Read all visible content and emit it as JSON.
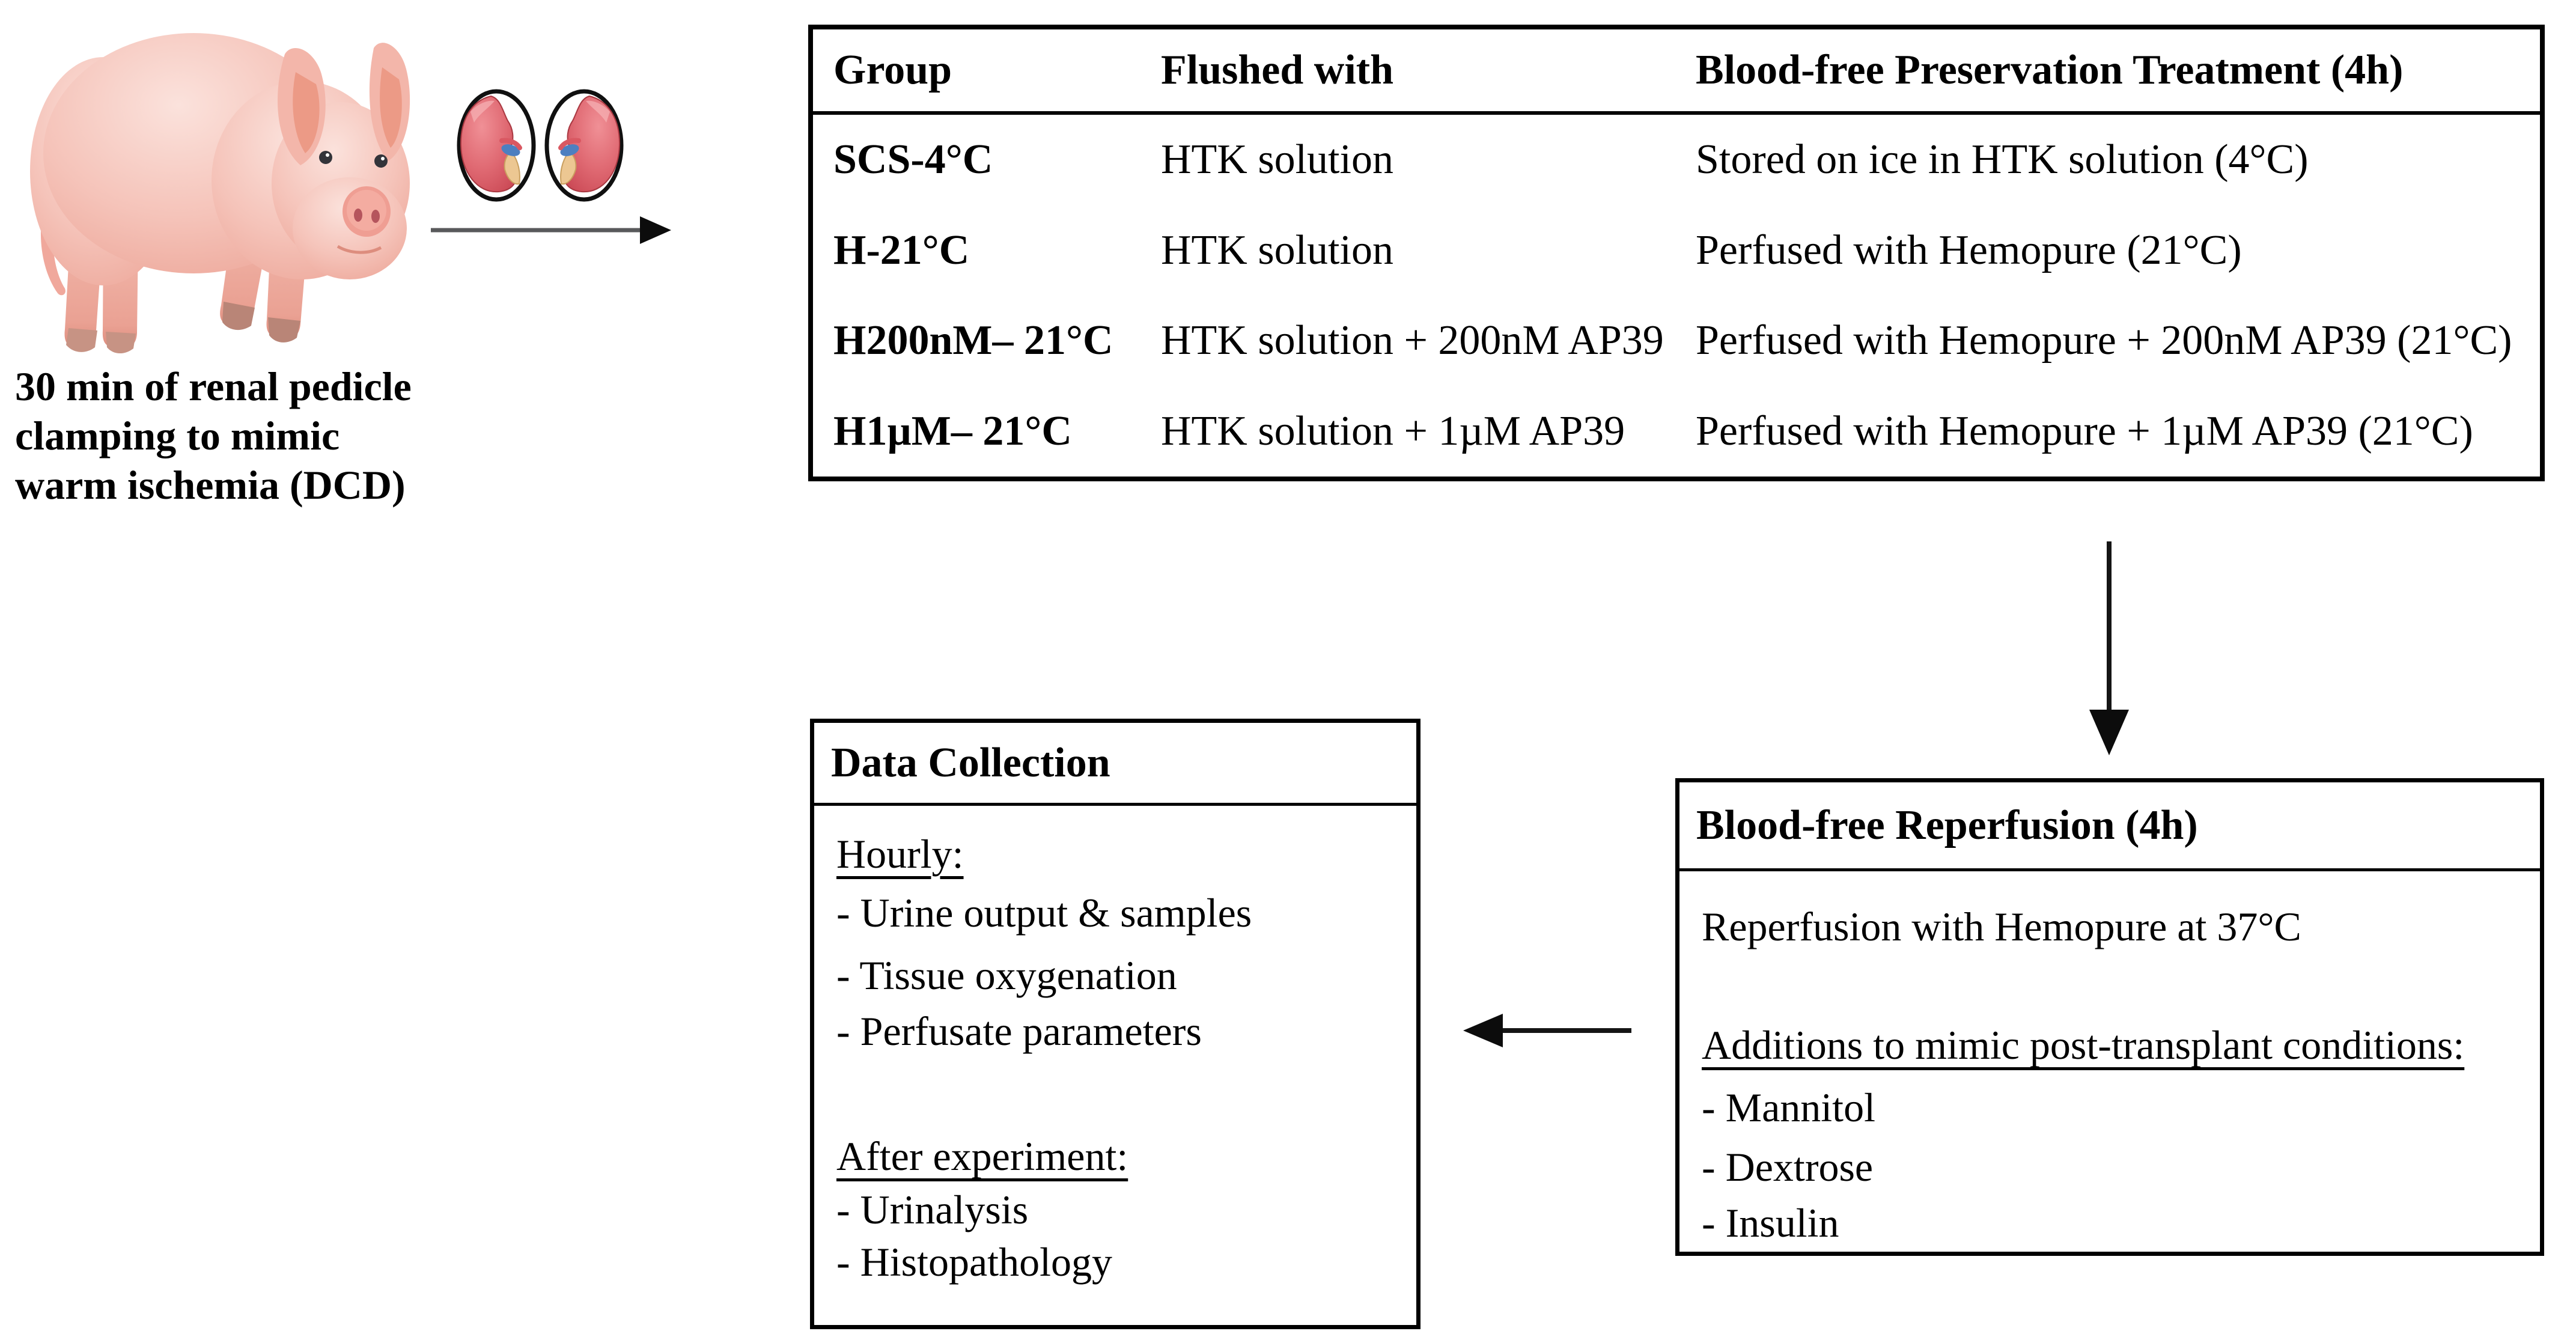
{
  "illustration": {
    "pig_label": "piglet",
    "kidneys_label": "pair of kidneys",
    "caption_lines": [
      "30 min of renal pedicle",
      "clamping to mimic",
      "warm ischemia (DCD)"
    ]
  },
  "table": {
    "headers": [
      "Group",
      "Flushed with",
      "Blood-free Preservation Treatment (4h)"
    ],
    "rows": [
      {
        "group": "SCS-4°C",
        "flushed": "HTK solution",
        "treatment": "Stored on ice in HTK solution (4°C)"
      },
      {
        "group": "H-21°C",
        "flushed": "HTK solution",
        "treatment": "Perfused with Hemopure (21°C)"
      },
      {
        "group": "H200nM– 21°C",
        "flushed": "HTK solution + 200nM AP39",
        "treatment": "Perfused with Hemopure + 200nM AP39 (21°C)"
      },
      {
        "group": "H1µM– 21°C",
        "flushed": "HTK solution + 1µM AP39",
        "treatment": "Perfused with Hemopure + 1µM AP39 (21°C)"
      }
    ]
  },
  "reperfusion_box": {
    "title": "Blood-free Reperfusion (4h)",
    "line1": "Reperfusion with Hemopure at 37°C",
    "subheading": "Additions to mimic post-transplant conditions:",
    "items": [
      "- Mannitol",
      "- Dextrose",
      "- Insulin"
    ]
  },
  "data_collection_box": {
    "title": "Data Collection",
    "hourly_heading": "Hourly:",
    "hourly_items": [
      "- Urine output & samples",
      "- Tissue oxygenation",
      "- Perfusate parameters"
    ],
    "after_heading": "After experiment:",
    "after_items": [
      "- Urinalysis",
      "- Histopathology"
    ]
  },
  "colors": {
    "kidney_red": "#d9535e",
    "kidney_red_light": "#ef8289",
    "pig_pink": "#f5c3b9",
    "pig_pink_light": "#fbdfd9",
    "ear_inner": "#ec9a86",
    "arrow_gray": "#58595b",
    "black": "#000000"
  }
}
